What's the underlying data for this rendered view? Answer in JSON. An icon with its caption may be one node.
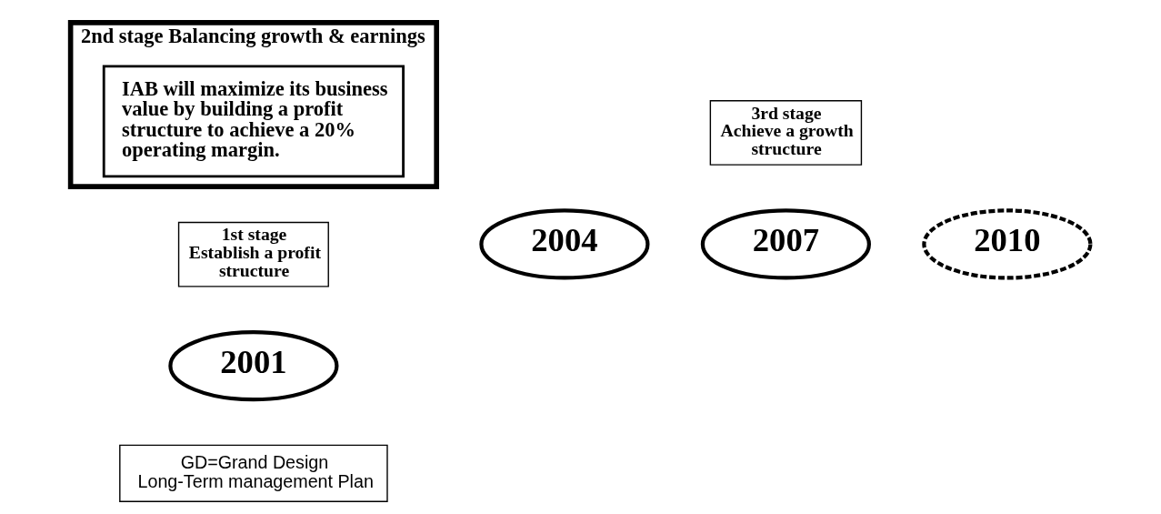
{
  "diagram": {
    "nodes": [
      {
        "text": [
          "2001"
        ]
      },
      {
        "text": [
          "2004"
        ]
      },
      {
        "text": [
          "2007"
        ]
      },
      {
        "text": [
          "2010"
        ]
      },
      {
        "text": [
          "1st stage",
          "Establish a profit structure"
        ]
      },
      {
        "text": [
          "3rd stage",
          "Achieve a growth structure"
        ]
      },
      {
        "text": [
          "2nd stage Balancing growth & earnings"
        ]
      },
      {
        "text": [
          "IAB will maximize its business value by building a profit structure to achieve a 20% operating margin."
        ],
        "in": 6
      },
      {
        "text": [
          "GD=Grand Design",
          "Long-Term management Plan"
        ]
      }
    ],
    "edges": []
  }
}
